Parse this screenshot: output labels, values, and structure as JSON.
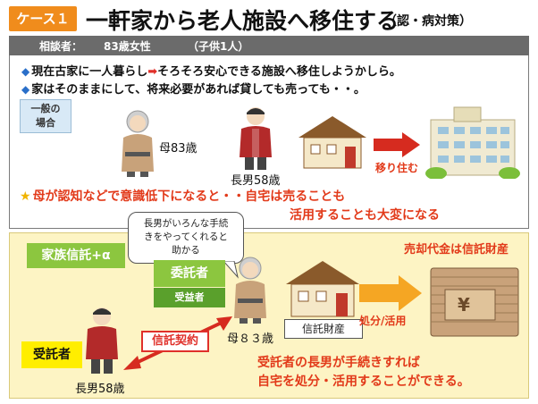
{
  "header": {
    "case_badge": "ケース１",
    "title": "一軒家から老人施設へ移住する",
    "note": "（認・病対策）"
  },
  "consultant": {
    "label": "相談者：",
    "info": "83歳女性",
    "family": "（子供1人）"
  },
  "bullets": [
    {
      "before": "現在古家に一人暮らし",
      "after": "そろそろ安心できる施設へ移住しようかしら。"
    },
    {
      "before": "家はそのままにして、将来必要があれば貸しても売っても・・。",
      "after": ""
    }
  ],
  "general_case": {
    "label_line1": "一般の",
    "label_line2": "場合",
    "mother_label": "母83歳",
    "son_label": "長男58歳",
    "move_label": "移り住む"
  },
  "warning": {
    "line1": "母が認知などで意識低下になると・・自宅は売ることも",
    "line2": "活用することも大変になる"
  },
  "trust": {
    "tab_label": "家族信託+α",
    "speech_line1": "長男がいろんな手続",
    "speech_line2": "きをやってくれると",
    "speech_line3": "助かる",
    "truster_label": "委託者",
    "beneficiary_label": "受益者",
    "mother_label": "母８３歳",
    "trustee_label": "受託者",
    "son_label": "長男58歳",
    "contract_label": "信託契約",
    "property_label": "信託財産",
    "dispose_label": "処分/活用",
    "proceeds_label": "売却代金は信託財産",
    "conclusion_line1": "受託者の長男が手続きすれば",
    "conclusion_line2": "自宅を処分・活用することができる。"
  },
  "colors": {
    "orange_badge": "#f08c1c",
    "red_text": "#e23a1a",
    "green_tab": "#8cc63f",
    "yellow_panel": "#fdf4c4",
    "trustee_yellow": "#ffee00",
    "bullet_blue": "#2a6fc9"
  },
  "icons": {
    "bullet": "diamond-icon",
    "star": "star-icon",
    "arrow": "right-arrow-icon",
    "house": "house-icon",
    "building": "facility-building-icon",
    "money": "money-stack-icon"
  }
}
